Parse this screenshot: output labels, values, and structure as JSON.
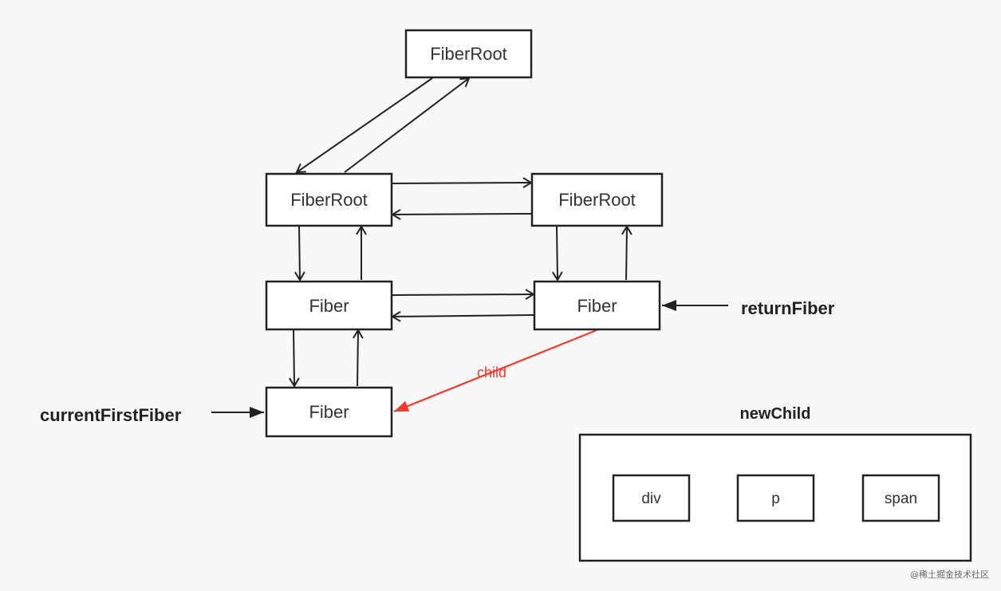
{
  "diagram": {
    "nodes": {
      "fiberroot_top": "FiberRoot",
      "fiberroot_left": "FiberRoot",
      "fiberroot_right": "FiberRoot",
      "fiber_mid_left": "Fiber",
      "fiber_mid_right": "Fiber",
      "fiber_bottom": "Fiber"
    },
    "labels": {
      "return_fiber": "returnFiber",
      "current_first_fiber": "currentFirstFiber",
      "child_edge": "child",
      "new_child_title": "newChild"
    },
    "new_child_items": [
      "div",
      "p",
      "span"
    ],
    "watermark": "@稀土掘金技术社区",
    "colors": {
      "highlight_edge": "#ee3b2e",
      "stroke": "#222222",
      "background": "#f8f8f8"
    }
  }
}
